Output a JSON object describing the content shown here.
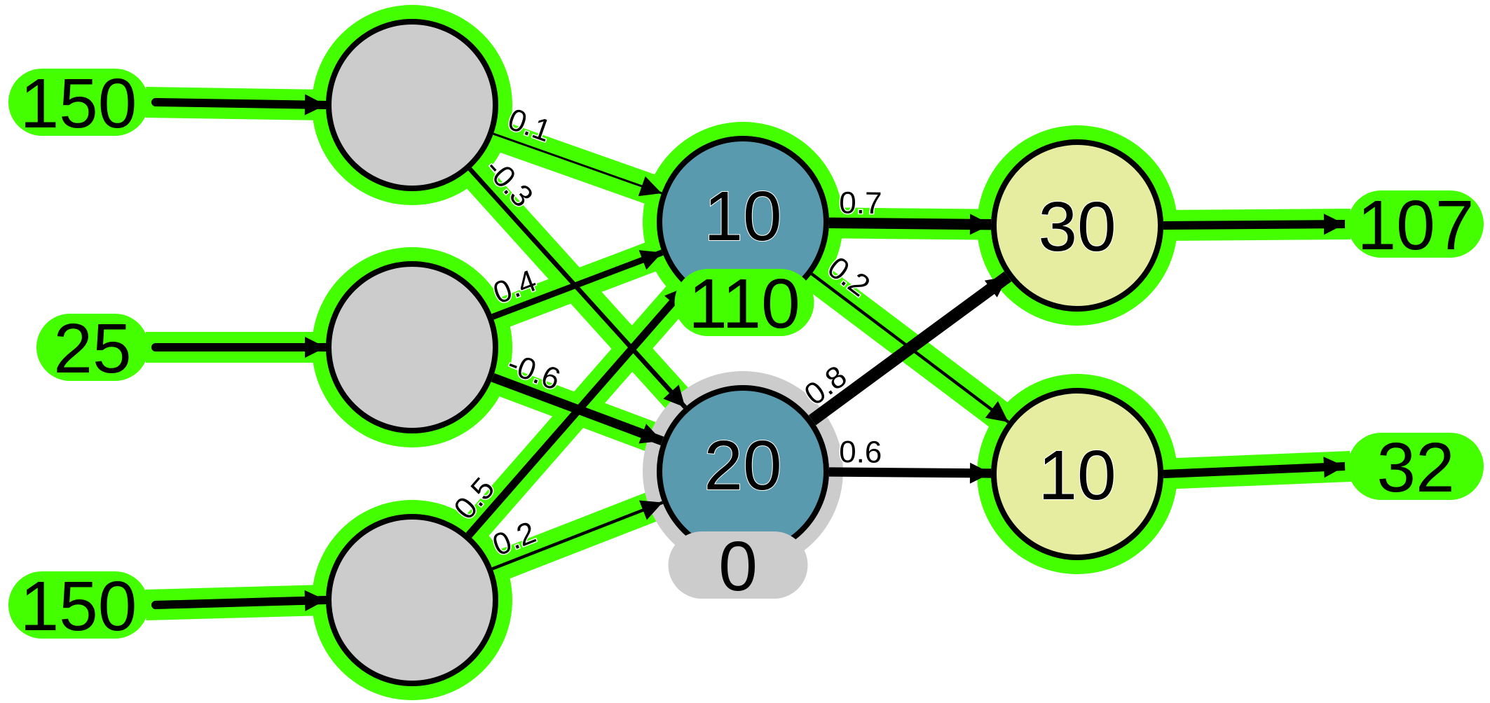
{
  "diagram": {
    "title": "Neural network forward pass",
    "colors": {
      "active": "#44ff00",
      "inactive": "#cccccc",
      "input_fill": "#cccccc",
      "hidden_fill": "#5a9aae",
      "output_fill": "#e6eda0",
      "stroke": "#000000"
    },
    "inputs": [
      {
        "id": "in1",
        "value": "150"
      },
      {
        "id": "in2",
        "value": "25"
      },
      {
        "id": "in3",
        "value": "150"
      }
    ],
    "input_nodes": [
      {
        "id": "i1",
        "label": "",
        "active": true
      },
      {
        "id": "i2",
        "label": "",
        "active": true
      },
      {
        "id": "i3",
        "label": "",
        "active": true
      }
    ],
    "hidden_nodes": [
      {
        "id": "h1",
        "bias": "10",
        "output": "110",
        "active": true
      },
      {
        "id": "h2",
        "bias": "20",
        "output": "0",
        "active": false
      }
    ],
    "output_nodes": [
      {
        "id": "o1",
        "bias": "30",
        "result": "107",
        "active": true
      },
      {
        "id": "o2",
        "bias": "10",
        "result": "32",
        "active": true
      }
    ],
    "edges": [
      {
        "from": "i1",
        "to": "h1",
        "weight": "0.1",
        "active": true
      },
      {
        "from": "i1",
        "to": "h2",
        "weight": "-0.3",
        "active": true
      },
      {
        "from": "i2",
        "to": "h1",
        "weight": "0.4",
        "active": true
      },
      {
        "from": "i2",
        "to": "h2",
        "weight": "-0.6",
        "active": true
      },
      {
        "from": "i3",
        "to": "h1",
        "weight": "0.5",
        "active": true
      },
      {
        "from": "i3",
        "to": "h2",
        "weight": "0.2",
        "active": true
      },
      {
        "from": "h1",
        "to": "o1",
        "weight": "0.7",
        "active": true
      },
      {
        "from": "h1",
        "to": "o2",
        "weight": "0.2",
        "active": true
      },
      {
        "from": "h2",
        "to": "o1",
        "weight": "0.8",
        "active": false
      },
      {
        "from": "h2",
        "to": "o2",
        "weight": "0.6",
        "active": false
      }
    ]
  }
}
